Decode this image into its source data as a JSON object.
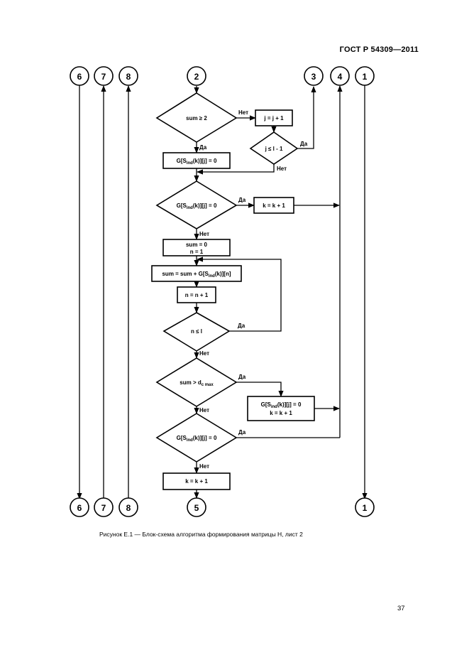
{
  "header": {
    "doc_number": "ГОСТ Р 54309—2011"
  },
  "connectors": {
    "c6_top": "6",
    "c7_top": "7",
    "c8_top": "8",
    "c2_top": "2",
    "c3_top": "3",
    "c4_top": "4",
    "c1_top": "1",
    "c6_bot": "6",
    "c7_bot": "7",
    "c8_bot": "8",
    "c5_bot": "5",
    "c1_bot": "1"
  },
  "blocks": {
    "d1": "sum ≥ 2",
    "p_j": "j = j + 1",
    "d_j": "j ≤ l - 1",
    "p_g0_a": "G[S",
    "p_g0_b": "ind",
    "p_g0_c": "(k)][j] = 0",
    "d2_a": "G[S",
    "d2_b": "ind",
    "d2_c": "(k)][j] = 0",
    "p_k1": "k = k + 1",
    "p_init_1": "sum = 0",
    "p_init_2": "n = 1",
    "p_sum_a": "sum = sum + G[S",
    "p_sum_b": "ind",
    "p_sum_c": "(k)][n]",
    "p_n": "n = n + 1",
    "d_n": "n ≤ l",
    "d3_a": "sum > d",
    "d3_b": "c max",
    "p_g1_a": "G[S",
    "p_g1_b": "ind",
    "p_g1_c": "(k)][j] = 0",
    "p_g1_2": "k = k + 1",
    "d4_a": "G[S",
    "d4_b": "ind",
    "d4_c": "(k)][j] = 0",
    "p_k2": "k = k + 1"
  },
  "labels": {
    "no_d1": "Нет",
    "yes_d1": "Да",
    "yes_dj": "Да",
    "no_dj": "Нет",
    "yes_d2": "Да",
    "no_d2": "Нет",
    "yes_dn": "Да",
    "no_dn": "Нет",
    "yes_d3": "Да",
    "no_d3": "Нет",
    "yes_d4": "Да",
    "no_d4": "Нет"
  },
  "caption": "Рисунок Е.1 — Блок-схема алгоритма формирования матрицы H, лист 2",
  "page_number": "37"
}
